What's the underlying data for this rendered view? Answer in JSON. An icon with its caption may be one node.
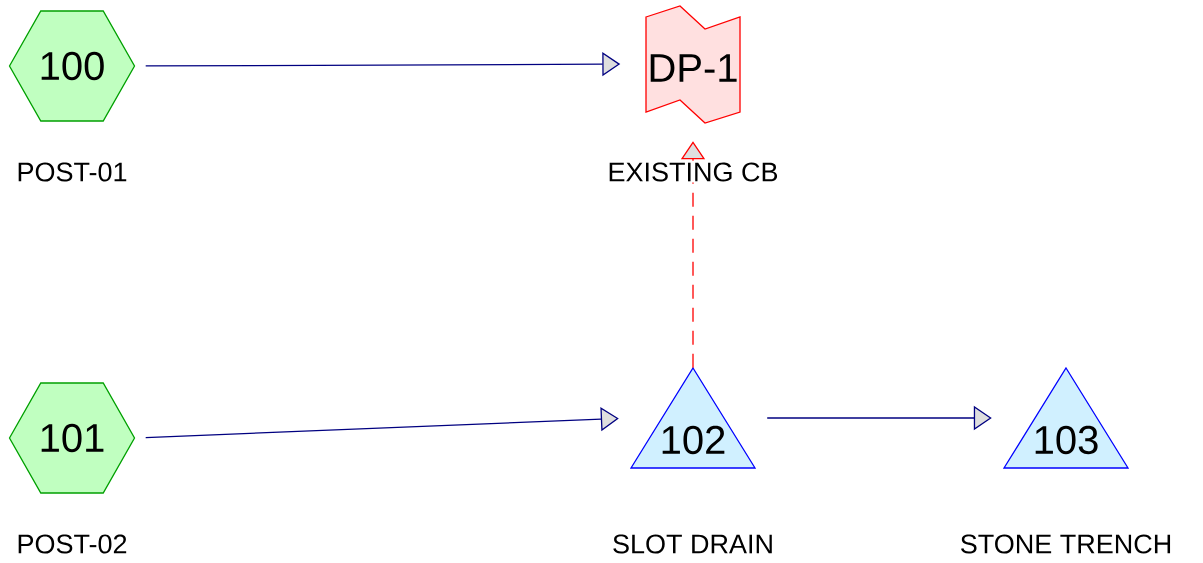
{
  "diagram": {
    "nodes": [
      {
        "text": [
          "100"
        ],
        "beside": [
          "POST-01"
        ]
      },
      {
        "text": [
          "DP-1"
        ],
        "beside": [
          "EXISTING CB"
        ]
      },
      {
        "text": [
          "101"
        ],
        "beside": [
          "POST-02"
        ]
      },
      {
        "text": [
          "102"
        ],
        "beside": [
          "SLOT DRAIN"
        ]
      },
      {
        "text": [
          "103"
        ],
        "beside": [
          "STONE TRENCH"
        ]
      }
    ],
    "edges": [
      {
        "from": 0,
        "to": 1,
        "arrow": "to"
      },
      {
        "from": 3,
        "to": 1,
        "arrow": "to",
        "style": "dashed",
        "color": "#ff0000"
      },
      {
        "from": 2,
        "to": 3,
        "arrow": "to"
      },
      {
        "from": 3,
        "to": 4,
        "arrow": "to"
      }
    ]
  }
}
